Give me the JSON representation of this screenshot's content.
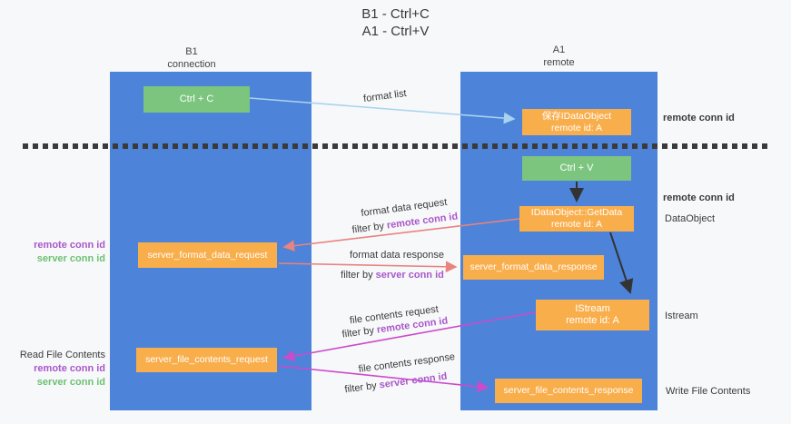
{
  "title": {
    "line1": "B1 - Ctrl+C",
    "line2": "A1 - Ctrl+V"
  },
  "columns": {
    "left": {
      "header_line1": "B1",
      "header_line2": "connection"
    },
    "right": {
      "header_line1": "A1",
      "header_line2": "remote"
    }
  },
  "boxes": {
    "ctrl_c": {
      "label": "Ctrl + C"
    },
    "save_idataobject": {
      "line1": "保存IDataObject",
      "line2": "remote id: A"
    },
    "ctrl_v": {
      "label": "Ctrl + V"
    },
    "getdata": {
      "line1": "IDataObject::GetData",
      "line2": "remote id: A"
    },
    "istream": {
      "line1": "IStream",
      "line2": "remote id: A"
    },
    "server_format_data_request": {
      "label": "server_format_data_request"
    },
    "server_format_data_response": {
      "label": "server_format_data_response"
    },
    "server_file_contents_request": {
      "label": "server_file_contents_request"
    },
    "server_file_contents_response": {
      "label": "server_file_contents_response"
    }
  },
  "arrow_labels": {
    "format_list": "format list",
    "format_data_request": "format data request",
    "filter_remote_1": {
      "prefix": "filter by ",
      "keyword": "remote conn id"
    },
    "format_data_response": "format data response",
    "filter_server_1": {
      "prefix": "filter by ",
      "keyword": "server conn id"
    },
    "file_contents_request": "file contents request",
    "filter_remote_2": {
      "prefix": "filter by ",
      "keyword": "remote conn id"
    },
    "file_contents_response": "file contents response",
    "filter_server_2": {
      "prefix": "filter by ",
      "keyword": "server conn id"
    }
  },
  "side_labels": {
    "left_format": {
      "remote": "remote conn id",
      "server": "server conn id"
    },
    "left_file": {
      "title": "Read File Contents",
      "remote": "remote conn id",
      "server": "server conn id"
    },
    "right": {
      "remote_top": "remote conn id",
      "remote_mid": "remote conn id",
      "dataobject": "DataObject",
      "istream": "Istream",
      "write": "Write File Contents"
    }
  },
  "colors": {
    "background": "#f7f8fa",
    "lifeline_blue": "#4d83d8",
    "box_orange": "#f9ae4c",
    "box_green": "#7cc57f",
    "arrow_light_blue": "#a7d3ef",
    "arrow_black": "#333333",
    "arrow_salmon": "#e8837f",
    "arrow_magenta": "#cb4bcb",
    "label_purple": "#a957c9",
    "label_green": "#6dc173",
    "dashed_line": "#3a3a3a"
  }
}
